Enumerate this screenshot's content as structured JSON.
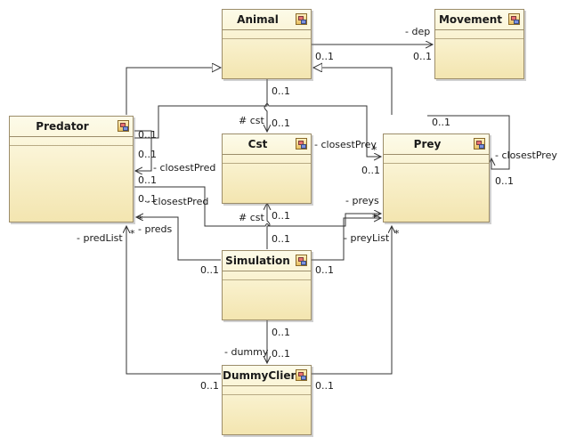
{
  "classes": {
    "animal": "Animal",
    "movement": "Movement",
    "predator": "Predator",
    "cst": "Cst",
    "prey": "Prey",
    "simulation": "Simulation",
    "dummy_client": "DummyClient"
  },
  "labels": {
    "dep": "- dep",
    "animal_dep_mult": "0..1",
    "movement_dep_mult": "0..1",
    "animal_cst_mult": "0..1",
    "cst_label_top": "# cst",
    "cst_mult_top": "0..1",
    "pred_mult_a": "0..1",
    "pred_mult_b": "0..1",
    "closest_pred_1": "- closestPred",
    "pred_mult_c": "0..1",
    "pred_mult_d": "0..1",
    "closest_pred_2": "- closestPred",
    "closest_prey_cst": "- closestPrey",
    "prey_closest_mult": "0..1",
    "prey_star_1": "*",
    "prey_self_top": "0..1",
    "prey_self_label": "- closestPrey",
    "prey_self_bottom": "0..1",
    "cst_label_bottom": "# cst",
    "cst_mult_bottom_1": "0..1",
    "cst_mult_bottom_2": "0..1",
    "preys": "- preys",
    "prey_star_2": "*",
    "prey_list": "- preyList",
    "prey_star_3": "*",
    "pred_star_1": "*",
    "preds": "- preds",
    "pred_list": "- predList",
    "pred_star_2": "*",
    "sim_left_mult": "0..1",
    "sim_right_mult": "0..1",
    "sim_dummy_mult": "0..1",
    "dummy": "- dummy",
    "dummy_top_mult": "0..1",
    "dummy_left_mult": "0..1",
    "dummy_right_mult": "0..1"
  },
  "colors": {
    "line": "#333333",
    "box_border": "#9c8d6a"
  }
}
